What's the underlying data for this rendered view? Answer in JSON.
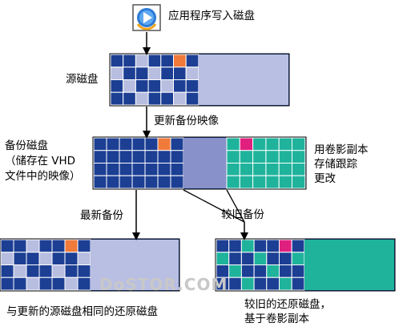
{
  "app_write": {
    "icon": "media-player-icon",
    "label": "应用程序写入磁盘"
  },
  "source_disk": {
    "label": "源磁盘"
  },
  "update_backup_label": "更新备份映像",
  "backup_disk": {
    "label_lines": [
      "备份磁盘",
      "（储存在 VHD",
      "文件中的映像）"
    ]
  },
  "shadow_copy_note": {
    "lines": [
      "用卷影副本",
      "存储跟踪",
      "更改"
    ]
  },
  "latest_backup_label": "最新备份",
  "older_backup_label": "较旧备份",
  "restore_latest": {
    "caption": "与更新的源磁盘相同的还原磁盘"
  },
  "restore_older": {
    "caption_lines": [
      "较旧的还原磁盘，",
      "基于卷影副本"
    ]
  },
  "watermark": "DoSTOR.COM",
  "colors": {
    "block_dark_blue": "#1c3f94",
    "block_light": "#b8bee0",
    "block_orange": "#f07a3a",
    "block_mid_blue": "#8891c9",
    "block_teal": "#1fb39c",
    "block_teal_dark": "#0e8f7e",
    "block_magenta": "#e0207f",
    "empty_region": "#b9bfe3",
    "grid_line": "#ffffff"
  },
  "grids": {
    "source_disk": {
      "cols": 7,
      "rows": 4,
      "cells": [
        "D",
        "D",
        "L",
        "D",
        "D",
        "O",
        "D",
        "L",
        "D",
        "D",
        "L",
        "D",
        "D",
        "L",
        "D",
        "L",
        "D",
        "D",
        "L",
        "D",
        "D",
        "D",
        "D",
        "L",
        "D",
        "D",
        "L",
        "D"
      ]
    },
    "backup_disk": {
      "cols": 7,
      "rows": 4,
      "cells": [
        "D",
        "D",
        "D",
        "D",
        "D",
        "O",
        "D",
        "D",
        "D",
        "D",
        "D",
        "D",
        "D",
        "D",
        "D",
        "D",
        "D",
        "D",
        "D",
        "D",
        "D",
        "D",
        "D",
        "D",
        "D",
        "D",
        "D",
        "D"
      ]
    },
    "shadow_region": {
      "cols": 6,
      "rows": 4,
      "cells": [
        "T",
        "M",
        "T",
        "T",
        "T",
        "T",
        "T",
        "T",
        "T",
        "T",
        "T",
        "T",
        "T",
        "T",
        "T",
        "T",
        "T",
        "T",
        "T",
        "T",
        "T",
        "T",
        "T",
        "T"
      ]
    },
    "restore_latest": {
      "cols": 7,
      "rows": 4,
      "cells": [
        "D",
        "D",
        "L",
        "D",
        "D",
        "O",
        "D",
        "L",
        "D",
        "D",
        "L",
        "D",
        "D",
        "L",
        "D",
        "L",
        "D",
        "D",
        "L",
        "D",
        "D",
        "D",
        "D",
        "L",
        "D",
        "D",
        "L",
        "D"
      ]
    },
    "restore_older": {
      "cols": 7,
      "rows": 4,
      "cells": [
        "D",
        "D",
        "T",
        "D",
        "D",
        "M",
        "D",
        "T",
        "D",
        "D",
        "T",
        "D",
        "D",
        "T",
        "D",
        "T",
        "D",
        "D",
        "T",
        "D",
        "D",
        "D",
        "D",
        "T",
        "D",
        "D",
        "T",
        "D"
      ]
    }
  }
}
